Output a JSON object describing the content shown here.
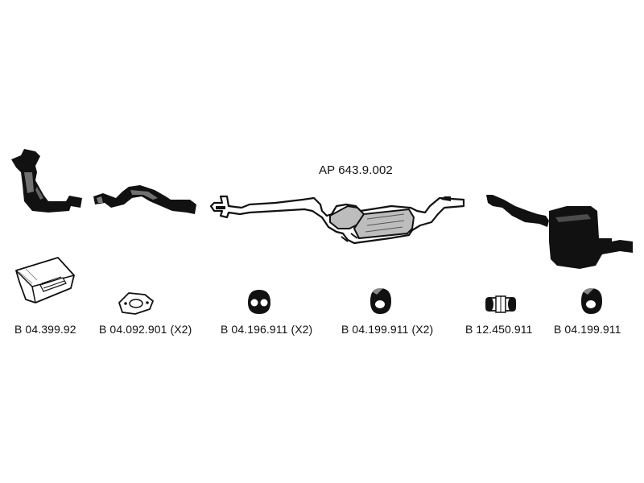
{
  "assembly": {
    "code": "AP 643.9.002"
  },
  "main_parts": [
    {
      "name": "front-pipe-catalytic-converter"
    },
    {
      "name": "intermediate-pipe"
    },
    {
      "name": "centre-silencer"
    },
    {
      "name": "rear-silencer"
    }
  ],
  "fittings": [
    {
      "label": "B 04.399.92",
      "icon": "mounting-kit-box-icon"
    },
    {
      "label": "B 04.092.901 (X2)",
      "icon": "gasket-icon"
    },
    {
      "label": "B 04.196.911 (X2)",
      "icon": "rubber-mount-icon"
    },
    {
      "label": "B 04.199.911 (X2)",
      "icon": "rubber-hanger-icon"
    },
    {
      "label": "B 12.450.911",
      "icon": "pipe-clamp-icon"
    },
    {
      "label": "B 04.199.911",
      "icon": "rubber-hanger-icon"
    }
  ],
  "colors": {
    "ink": "#111111",
    "paper": "#ffffff",
    "shade": "#bdbdbd"
  }
}
